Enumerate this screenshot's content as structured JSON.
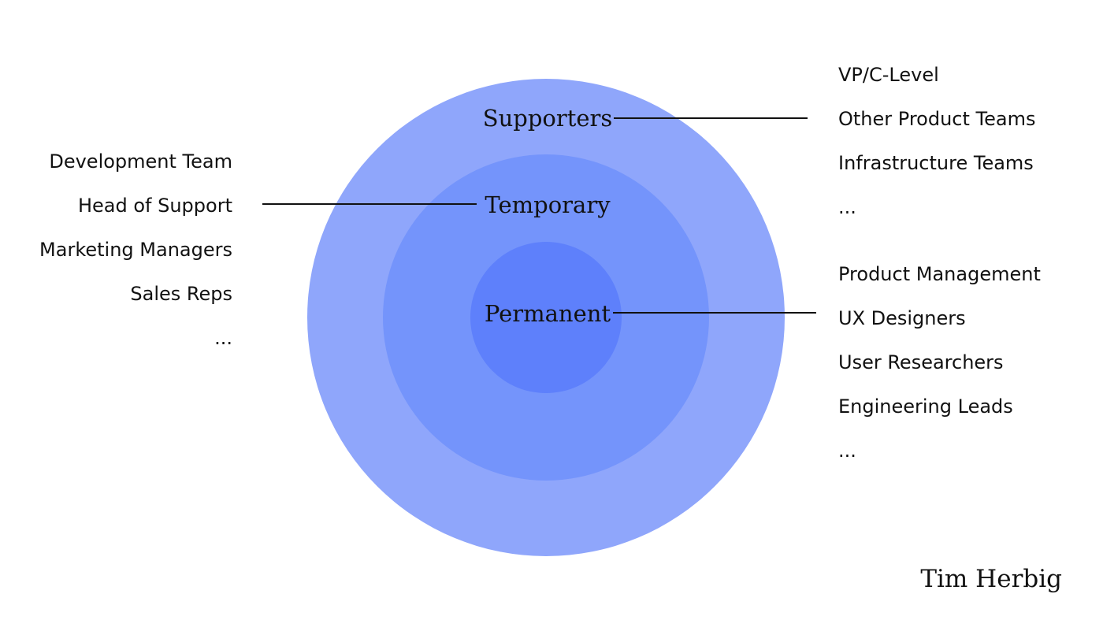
{
  "diagram": {
    "rings": [
      {
        "label": "Supporters",
        "color": "#8FA6FB"
      },
      {
        "label": "Temporary",
        "color": "#7494FB"
      },
      {
        "label": "Permanent",
        "color": "#5E80FB"
      }
    ],
    "groups": {
      "temporary": [
        "Development Team",
        "Head of Support",
        "Marketing Managers",
        "Sales Reps",
        "..."
      ],
      "supporters": [
        "VP/C-Level",
        "Other Product Teams",
        "Infrastructure Teams",
        "..."
      ],
      "permanent": [
        "Product Management",
        "UX Designers",
        "User Researchers",
        "Engineering Leads",
        "..."
      ]
    }
  },
  "author": "Tim Herbig"
}
